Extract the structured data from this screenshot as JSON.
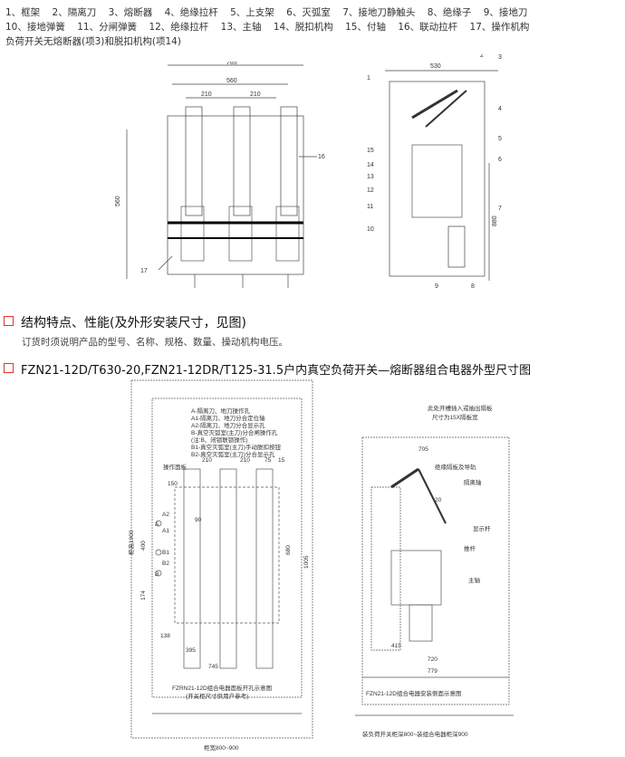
{
  "legend": [
    "1、框架",
    "2、隔离刀",
    "3、熔断器",
    "4、绝缘拉杆",
    "5、上支架",
    "6、灭弧室",
    "7、接地刀静触头",
    "8、绝缘子",
    "9、接地刀",
    "10、接地弹簧",
    "11、分闸弹簧",
    "12、绝缘拉杆",
    "13、主轴",
    "14、脱扣机构",
    "15、付轴",
    "16、联动拉杆",
    "17、操作机构",
    "负荷开关无熔断器(项3)和脱扣机构(项14)"
  ],
  "fig1": {
    "dims": {
      "w765": "765",
      "w560": "560",
      "w210a": "210",
      "w210b": "210",
      "h560": "560"
    },
    "callouts": {
      "c16": "16",
      "c17": "17"
    }
  },
  "fig2": {
    "dims": {
      "w530": "530",
      "h880": "880"
    },
    "callouts": [
      "1",
      "2",
      "3",
      "4",
      "5",
      "6",
      "7",
      "8",
      "9",
      "10",
      "11",
      "12",
      "13",
      "14",
      "15"
    ]
  },
  "section1": {
    "title": "结构特点、性能(及外形安装尺寸，见图)",
    "note": "订货时须说明产品的型号、名称、规格、数量、操动机构电压。"
  },
  "section2": {
    "title": "FZN21-12D/T630-20,FZN21-12DR/T125-31.5户内真空负荷开关—熔断器组合电器外型尺寸图"
  },
  "fig3": {
    "notes": [
      "A-隔离刀、地刀操作孔",
      "A1-隔离刀、地刀分合定位轴",
      "A2-隔离刀、地刀分合显示孔",
      "B-真空灭弧室(主刀)分合闸操作孔",
      "(注:B、闭锁联锁操作)",
      "B1-真空灭弧室(主刀)手动脱扣按钮",
      "B2-真空灭弧室(主刀)分合显示孔"
    ],
    "panel_label": "操作面板",
    "dims": {
      "d210a": "210",
      "d210b": "210",
      "d75": "75",
      "d15": "15",
      "d150": "150",
      "d90": "90",
      "d400": "400",
      "d174": "174",
      "d680": "680",
      "d1005": "1005",
      "d138": "138",
      "d395": "395",
      "d745": "745",
      "cabinet_h": "柜高1900",
      "cabinet_w": "柜宽800~900"
    },
    "labels": {
      "A2": "A2",
      "A1": "A1",
      "A": "A",
      "B1": "B1",
      "B2": "B2",
      "B": "B"
    },
    "caption": "FZRN21-12D组合电器面板开孔示意图",
    "caption2": "(开关柜尺寸供用户参考)"
  },
  "fig4": {
    "top_note": "此处开槽插入或抽出隔板",
    "top_note2": "尺寸为15X隔板宽",
    "dims": {
      "d705": "705",
      "d20": "20",
      "d415": "415",
      "d720": "720",
      "d779": "779"
    },
    "labels": {
      "l1": "绝缘隔板及导轨",
      "l2": "隔离轴",
      "l3": "显示杆",
      "l4": "推杆",
      "l5": "主轴"
    },
    "caption": "FZN21-12D组合电器安装侧面示意图",
    "bottom": "装负荷开关柜深800~装组合电器柜深900"
  }
}
